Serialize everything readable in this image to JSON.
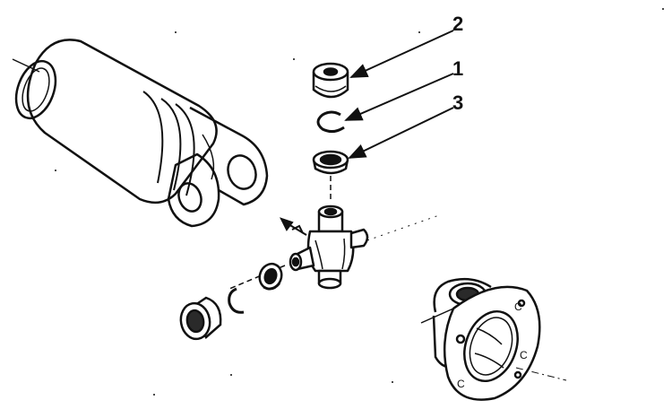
{
  "diagram": {
    "callouts": [
      {
        "id": "c2",
        "label": "2",
        "part": "bearing-cup"
      },
      {
        "id": "c1",
        "label": "1",
        "part": "snap-ring"
      },
      {
        "id": "c3",
        "label": "3",
        "part": "seal"
      }
    ],
    "flange_letters": [
      "C",
      "C",
      "C"
    ],
    "colors": {
      "ink": "#111111",
      "paper": "#ffffff",
      "shade": "#2a2a2a"
    }
  }
}
